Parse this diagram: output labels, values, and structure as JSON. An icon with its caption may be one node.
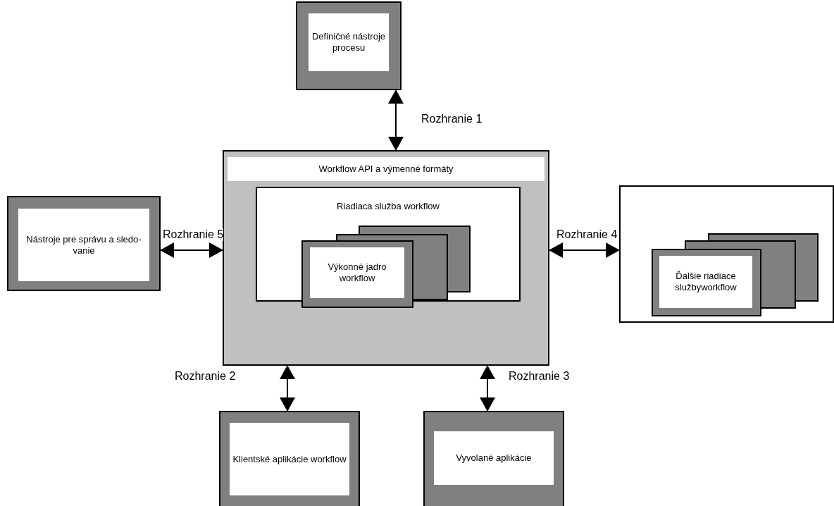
{
  "diagram": {
    "nodes": [
      {
        "text": [
          "Definičné nástroje procesu"
        ]
      },
      {
        "text": [
          "Workflow API a výmenné formáty"
        ]
      },
      {
        "text": [
          "Riadiaca služba workflow"
        ],
        "in": 1
      },
      {
        "text": [
          "Výkonné jadro workflow"
        ],
        "in": 2
      },
      {
        "text": [
          "Nástroje pre správu a sledo- vanie"
        ]
      },
      {
        "text": [],
        "shape": "box"
      },
      {
        "text": [
          "Ďalšie riadiace službyworkflow"
        ],
        "in": 5
      },
      {
        "text": [
          "Klientské aplikácie workflow"
        ]
      },
      {
        "text": [
          "Vyvolané aplikácie"
        ]
      }
    ],
    "edges": [
      {
        "from": 0,
        "to": 1,
        "arrow": "both",
        "label": "Rozhranie 1"
      },
      {
        "from": 4,
        "to": 1,
        "arrow": "both",
        "label": "Rozhranie 5"
      },
      {
        "from": 1,
        "to": 5,
        "arrow": "both",
        "label": "Rozhranie 4"
      },
      {
        "from": 1,
        "to": 7,
        "arrow": "both",
        "label": "Rozhranie 2"
      },
      {
        "from": 1,
        "to": 8,
        "arrow": "both",
        "label": "Rozhranie 3"
      }
    ]
  }
}
